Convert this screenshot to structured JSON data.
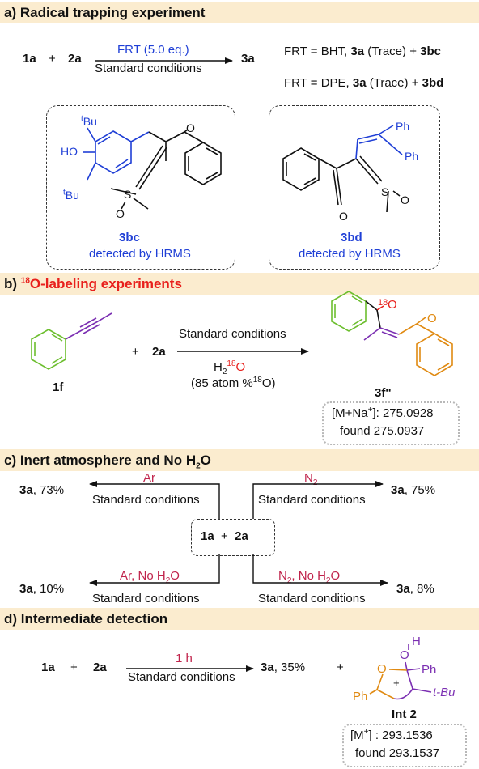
{
  "section_a": {
    "title": "a) Radical trapping experiment",
    "reactant1": "1a",
    "plus": "+",
    "reactant2": "2a",
    "arrow_top": "FRT (5.0 eq.)",
    "arrow_bottom": "Standard conditions",
    "product": "3a",
    "result1": {
      "prefix": "FRT = BHT, ",
      "p": "3a",
      "mid": " (Trace) + ",
      "q": "3bc"
    },
    "result2": {
      "prefix": "FRT = DPE, ",
      "p": "3a",
      "mid": " (Trace) + ",
      "q": "3bd"
    },
    "left_box": {
      "compound": "3bc",
      "note": "detected by HRMS",
      "labels": {
        "tbu_top": "Bu",
        "tbu_bottom": "Bu",
        "t": "t",
        "ho": "HO",
        "s": "S",
        "o_s": "O",
        "o_k": "O"
      }
    },
    "right_box": {
      "compound": "3bd",
      "note": "detected by HRMS",
      "labels": {
        "ph1": "Ph",
        "ph2": "Ph",
        "s": "S",
        "o_s": "O",
        "o_k": "O"
      }
    }
  },
  "section_b": {
    "title_pre": "b) ",
    "title_sup": "18",
    "title_post": "O-labeling experiments",
    "reactant": "1f",
    "plus": "+",
    "reactant2": "2a",
    "arrow_top": "Standard conditions",
    "reagent_pre": "H",
    "reagent_sub": "2",
    "reagent_sup": "18",
    "reagent_post": "O",
    "reagent_note_pre": "(85 atom %",
    "reagent_note_sup": "18",
    "reagent_note_post": "O)",
    "product": "3f''",
    "label18": "18",
    "labelO": "O",
    "labelO2": "O",
    "hrms_line1_pre": "[M+Na",
    "hrms_line1_sup": "+",
    "hrms_line1_post": "]: 275.0928",
    "hrms_line2": "found 275.0937"
  },
  "section_c": {
    "title_pre": "c) Inert atmosphere and No H",
    "title_sub": "2",
    "title_post": "O",
    "center_1": "1a",
    "center_plus": "+",
    "center_2": "2a",
    "tl": {
      "cond": "Ar",
      "std": "Standard conditions",
      "prod": "3a",
      "yield": ", 73%"
    },
    "tr": {
      "cond_pre": "N",
      "cond_sub": "2",
      "cond_post": "",
      "std": "Standard conditions",
      "prod": "3a",
      "yield": ", 75%"
    },
    "bl": {
      "cond_pre": "Ar, No H",
      "cond_sub": "2",
      "cond_post": "O",
      "std": "Standard conditions",
      "prod": "3a",
      "yield": ", 10%"
    },
    "br": {
      "cond_pre": "N",
      "cond_sub": "2",
      "cond_post": ", No H",
      "cond_sub2": "2",
      "cond_post2": "O",
      "std": "Standard conditions",
      "prod": "3a",
      "yield": ", 8%"
    }
  },
  "section_d": {
    "title": "d) Intermediate detection",
    "reactant1": "1a",
    "plus": "+",
    "reactant2": "2a",
    "arrow_top": "1 h",
    "arrow_bottom": "Standard conditions",
    "product": "3a",
    "yield": ", 35%",
    "plus2": "+",
    "int_label": "Int 2",
    "int_atoms": {
      "h": "H",
      "o_top": "O",
      "o_ring": "O",
      "ph_right": "Ph",
      "ph_left": "Ph",
      "plus": "+",
      "tbu": "t-Bu"
    },
    "hrms_line1_pre": "[M",
    "hrms_line1_sup": "+",
    "hrms_line1_post": "] : 293.1536",
    "hrms_line2": "found 293.1537"
  }
}
